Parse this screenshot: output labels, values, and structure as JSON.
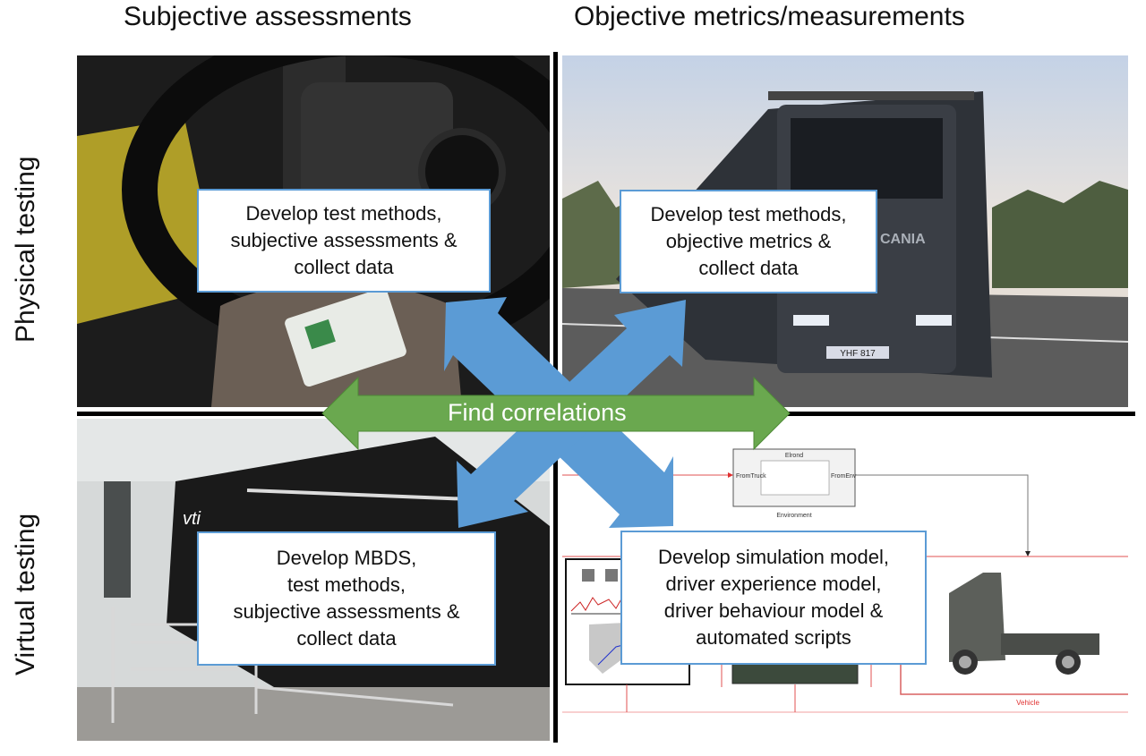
{
  "columns": {
    "left": "Subjective assessments",
    "right": "Objective metrics/measurements"
  },
  "rows": {
    "top": "Physical testing",
    "bottom": "Virtual testing"
  },
  "quadrants": {
    "physical_subjective": {
      "image": "steering-wheel-with-handheld-rating-device",
      "lines": [
        "Develop test methods,",
        "subjective assessments &",
        "collect data"
      ]
    },
    "physical_objective": {
      "image": "scania-truck-on-road",
      "lines": [
        "Develop test methods,",
        "objective metrics &",
        "collect data"
      ],
      "photo_text": {
        "brand": "CANIA",
        "plate": "YHF 817"
      }
    },
    "virtual_subjective": {
      "image": "vti-driving-simulator",
      "lines": [
        "Develop MBDS,",
        "test methods,",
        "subjective assessments &",
        "collect data"
      ],
      "photo_text": {
        "brand": "vti"
      }
    },
    "virtual_objective": {
      "image": "simulink-model-diagram",
      "lines": [
        "Develop simulation model,",
        "driver experience model,",
        "driver behaviour model &",
        "automated scripts"
      ],
      "model_labels": {
        "block_title": "Elrond",
        "port_in": "FromTruck",
        "port_out": "FromEnv",
        "subsystem": "Environment",
        "vehicle": "Vehicle"
      }
    }
  },
  "center_arrow": {
    "label": "Find correlations"
  },
  "colors": {
    "green_arrow": "#6aa84f",
    "blue_arrow": "#5b9bd5",
    "textbox_border": "#5b9bd5",
    "divider": "#000000",
    "signal_red": "#e05050"
  }
}
